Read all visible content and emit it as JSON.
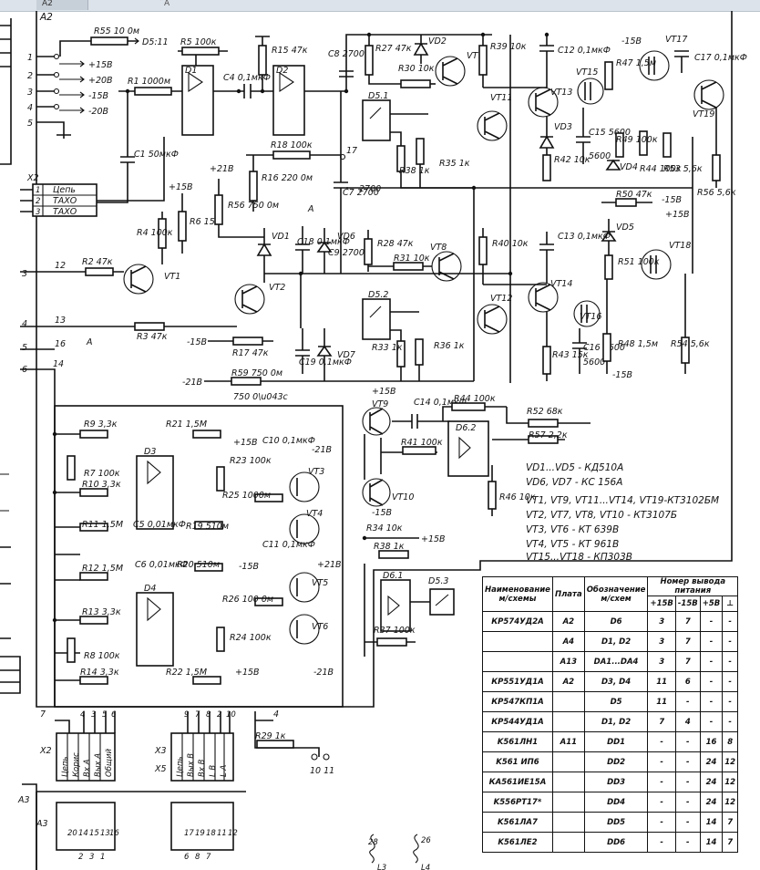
{
  "window": {
    "tab_label": "A2",
    "tab_glyph": "̃A"
  },
  "assembly_labels": {
    "top": "A2",
    "left_x2": "X2",
    "bottom_a3": "A3",
    "bottom_x2": "X2",
    "bottom_x5": "X5",
    "bottom_x3": "X3"
  },
  "power_inputs": [
    {
      "pin": "1",
      "label": "+15B"
    },
    {
      "pin": "2",
      "label": "+20B"
    },
    {
      "pin": "3",
      "label": "-15B"
    },
    {
      "pin": "4",
      "label": "-20B"
    },
    {
      "pin": "5",
      "label": ""
    }
  ],
  "connector_x2": [
    {
      "num": "1",
      "name": "Цепь"
    },
    {
      "num": "2",
      "name": "ТАХО"
    },
    {
      "num": "3",
      "name": "ТАХО"
    }
  ],
  "resistors": {
    "R55": "R55 10 0м",
    "R5": "R5 100к",
    "R1": "R1 1000м",
    "R15": "R15 47к",
    "R27": "R27 47к",
    "R30": "R30 10к",
    "R39": "R39 10к",
    "R47": "R47 1,5м",
    "R16": "R16 220 0м",
    "R18": "R18 100к",
    "R56L": "R56 750 0м",
    "R6": "R6 15к",
    "R4": "R4 100к",
    "R38": "R38 1к",
    "R35": "R35 1к",
    "R42": "R42 10к",
    "R49": "R49 100к",
    "R44a": "R44 100к",
    "R53": "R53 5,6к",
    "R56": "R56 5,6к",
    "R50": "R50 47к",
    "R2": "R2 47к",
    "R3": "R3 47к",
    "R17": "R17 47к",
    "R59": "R59 750 0м",
    "R28": "R28 47к",
    "R31": "R31 10к",
    "R40": "R40 10к",
    "R33": "R33 1к",
    "R36": "R36 1к",
    "R43": "R43 15к",
    "R48": "R48 1,5м",
    "R51": "R51 100к",
    "R54": "R54 5,6к",
    "R44": "R44 100к",
    "R52": "R52 68к",
    "R41": "R41 100к",
    "R57": "R57 2,2к",
    "R46": "R46 10к",
    "R34": "R34 10к",
    "R38b": "R38 1к",
    "R37": "R37 100к",
    "R9": "R9 3,3к",
    "R21": "R21 1,5M",
    "R7": "R7 100к",
    "R10": "R10 3,3к",
    "R23": "R23 100к",
    "R25": "R25 1000м",
    "R11": "R11 1,5M",
    "R19": "R19 510м",
    "R12": "R12 1,5M",
    "R20": "R20 510м",
    "R13": "R13 3,3к",
    "R26": "R26 100 0м",
    "R8": "R8 100к",
    "R24": "R24 100к",
    "R14": "R14 3,3к",
    "R22": "R22 1,5M",
    "R29": "R29 1к"
  },
  "capacitors": {
    "C4": "C4 0,1мкФ",
    "C8": "C8 2700",
    "C12": "C12 0,1мкФ",
    "C17": "C17 0,1мкФ",
    "C1": "C1 50мкФ",
    "C15": "C15 5600",
    "C7": "C7 2700",
    "C18": "C18 0,1мкФ",
    "C9": "C9 2700",
    "C13": "C13 0,1мкФ",
    "C16": "C16 5600",
    "C19": "C19 0,1мкФ",
    "C14": "C14 0,1мкФ",
    "C10": "C10 0,1мкФ",
    "C5": "C5 0,01мкФ",
    "C6": "C6 0,01мкФ",
    "C11": "C11 0,1мкФ"
  },
  "chips": [
    "D1",
    "D2",
    "D5.1",
    "D5.2",
    "D6.2",
    "D6.1",
    "D5.3",
    "D3",
    "D4"
  ],
  "transistors": [
    "VT1",
    "VT2",
    "VT3",
    "VT4",
    "VT5",
    "VT6",
    "VT7",
    "VT8",
    "VT9",
    "VT10",
    "VT11",
    "VT12",
    "VT13",
    "VT14",
    "VT15",
    "VT16",
    "VT17",
    "VT18",
    "VT19"
  ],
  "diodes": [
    "VD1",
    "VD2",
    "VD3",
    "VD4",
    "VD5",
    "VD6",
    "VD7"
  ],
  "rail_labels": {
    "p15": "+15B",
    "m15": "-15B",
    "p21": "+21B",
    "m21": "-21B"
  },
  "node_labels": {
    "n17": "17",
    "nA": "A",
    "n12": "12",
    "n13": "13",
    "n16": "16",
    "n14": "14",
    "n10_11": "10 11"
  },
  "notes": [
    "VD1...VD5 - КД510A",
    "VD6, VD7 - КС 156A",
    "VT1, VT9, VT11...VT14, VT19-КТ3102БМ",
    "VT2, VT7, VT8, VT10 - КТ3107Б",
    "VT3, VT6 - КТ 639B",
    "VT4, VT5 - КТ 961B",
    "VT15...VT18 - КП303B"
  ],
  "table": {
    "headers": [
      "Наименование м/схемы",
      "Плата",
      "Обозначение м/схем",
      "Номер вывода питания"
    ],
    "sub_headers": [
      "+15B",
      "-15B",
      "+5B",
      "⊥"
    ],
    "rows": [
      [
        "КР574УД2А",
        "A2",
        "D6",
        "3",
        "7",
        "-",
        "-"
      ],
      [
        "",
        "A4",
        "D1, D2",
        "3",
        "7",
        "-",
        "-"
      ],
      [
        "",
        "A13",
        "DA1...DA4",
        "3",
        "7",
        "-",
        "-"
      ],
      [
        "КР551УД1А",
        "A2",
        "D3, D4",
        "11",
        "6",
        "-",
        "-"
      ],
      [
        "КР547КП1А",
        "",
        "D5",
        "11",
        "-",
        "-",
        "-"
      ],
      [
        "КР544УД1А",
        "",
        "D1, D2",
        "7",
        "4",
        "-",
        "-"
      ],
      [
        "K561ЛН1",
        "A11",
        "DD1",
        "-",
        "-",
        "16",
        "8"
      ],
      [
        "K561 ИП6",
        "",
        "DD2",
        "-",
        "-",
        "24",
        "12"
      ],
      [
        "КА561ИЕ15А",
        "",
        "DD3",
        "-",
        "-",
        "24",
        "12"
      ],
      [
        "K556PT17*",
        "",
        "DD4",
        "-",
        "-",
        "24",
        "12"
      ],
      [
        "K561ЛА7",
        "",
        "DD5",
        "-",
        "-",
        "14",
        "7"
      ],
      [
        "K561ЛЕ2",
        "",
        "DD6",
        "-",
        "-",
        "14",
        "7"
      ]
    ]
  },
  "bottom_x2_names": [
    "Цепь",
    "Корис",
    "Вх A",
    "Вых A",
    "Общий"
  ],
  "bottom_x3_names": [
    "Цепь",
    "Вых B",
    "Вх B",
    "L B",
    "L A"
  ],
  "bottom_pin_numbers": {
    "x2_top": [
      "4",
      "3",
      "5",
      "6"
    ],
    "x3_top": [
      "9",
      "7",
      "8",
      "2",
      "10"
    ],
    "x2_bot": [
      "20",
      "14",
      "15",
      "13",
      "16"
    ],
    "x3_bot": [
      "17",
      "19",
      "18",
      "11",
      "12"
    ],
    "x2_under": [
      "2",
      "3",
      "1"
    ],
    "x3_under": [
      "6",
      "8",
      "7"
    ],
    "coils": [
      "28",
      "26",
      "L3",
      "L4"
    ]
  }
}
